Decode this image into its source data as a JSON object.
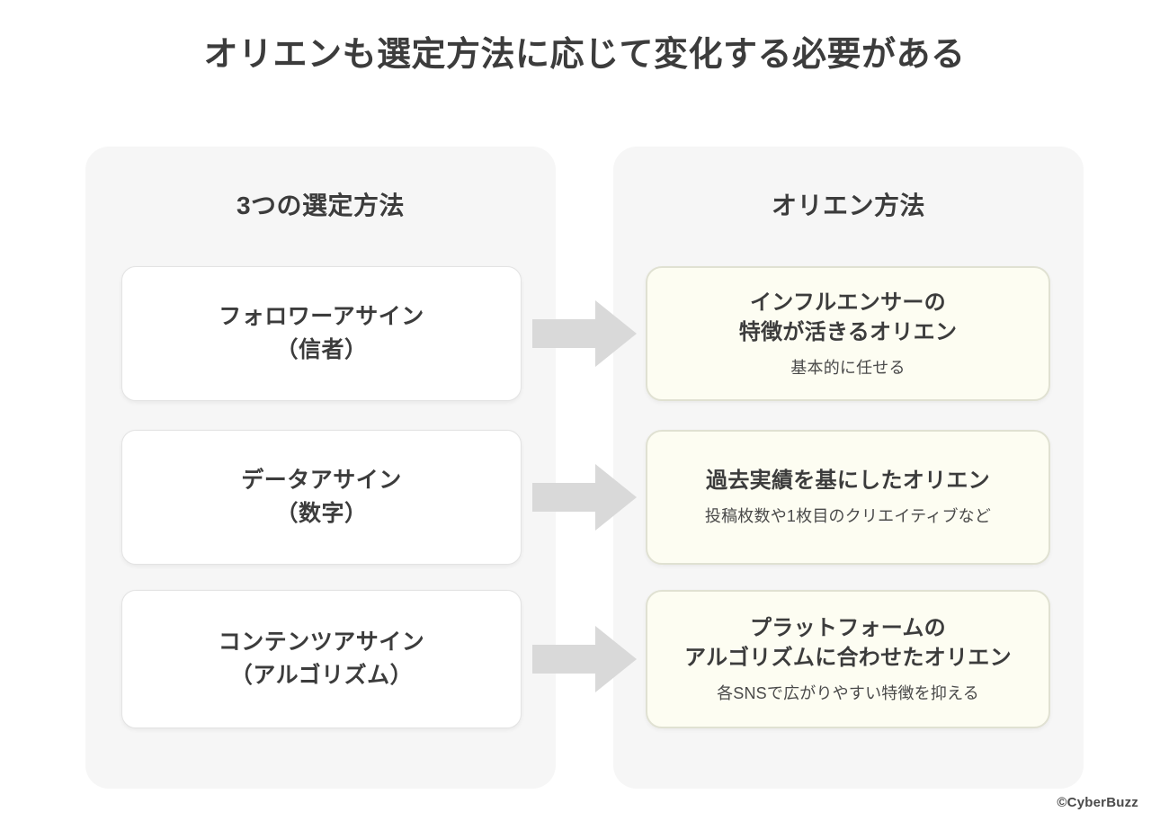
{
  "slide": {
    "title": "オリエンも選定方法に応じて変化する必要がある",
    "watermark": "©CyberBuzz",
    "colors": {
      "background": "#ffffff",
      "panel": "#f6f6f6",
      "method_card": "#ffffff",
      "method_card_border": "#e3e3e3",
      "orient_card": "#fdfdf2",
      "orient_card_border": "#e0e1d2",
      "arrow": "#d9d9d9",
      "text": "#3c3c3c"
    }
  },
  "left_panel": {
    "heading": "3つの選定方法",
    "cards": [
      {
        "label": "フォロワーアサイン\n（信者）"
      },
      {
        "label": "データアサイン\n（数字）"
      },
      {
        "label": "コンテンツアサイン\n（アルゴリズム）"
      }
    ]
  },
  "right_panel": {
    "heading": "オリエン方法",
    "cards": [
      {
        "title": "インフルエンサーの\n特徴が活きるオリエン",
        "subtitle": "基本的に任せる"
      },
      {
        "title": "過去実績を基にしたオリエン",
        "subtitle": "投稿枚数や1枚目のクリエイティブなど"
      },
      {
        "title": "プラットフォームの\nアルゴリズムに合わせたオリエン",
        "subtitle": "各SNSで広がりやすい特徴を抑える"
      }
    ]
  },
  "arrows": [
    {
      "name": "arrow-row-1"
    },
    {
      "name": "arrow-row-2"
    },
    {
      "name": "arrow-row-3"
    }
  ]
}
